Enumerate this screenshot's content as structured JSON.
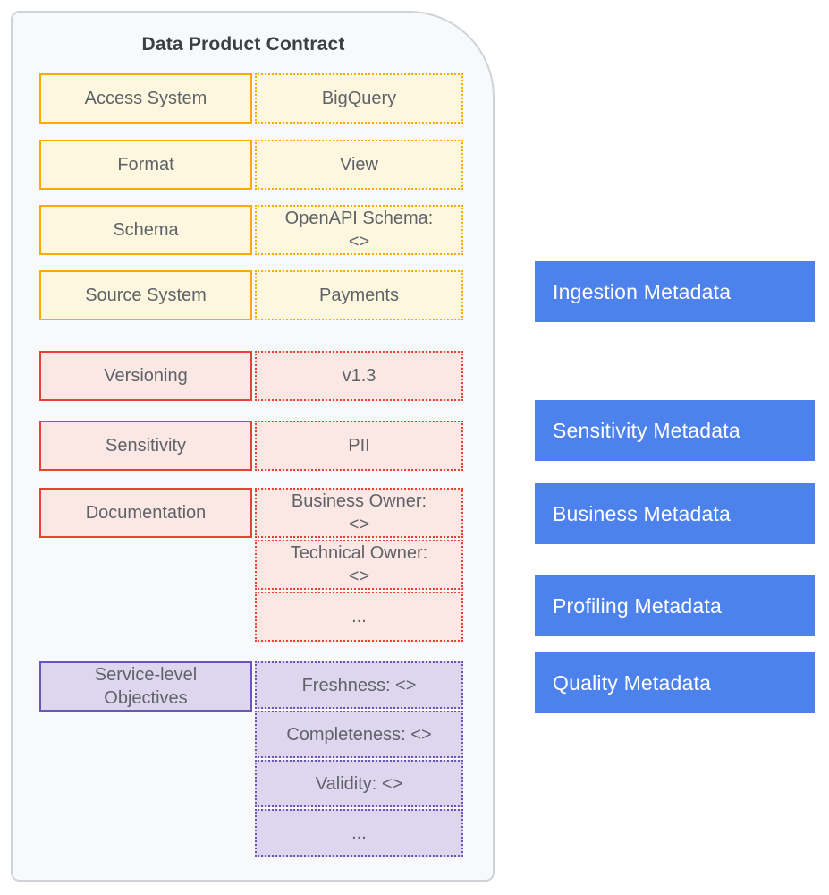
{
  "contract": {
    "title": "Data Product Contract",
    "yellow_rows": [
      {
        "label": "Access System",
        "value": "BigQuery"
      },
      {
        "label": "Format",
        "value": "View"
      },
      {
        "label": "Schema",
        "value": "OpenAPI Schema:\n<>"
      },
      {
        "label": "Source System",
        "value": "Payments"
      }
    ],
    "red_rows": [
      {
        "label": "Versioning",
        "value": "v1.3"
      },
      {
        "label": "Sensitivity",
        "value": "PII"
      }
    ],
    "documentation": {
      "label": "Documentation",
      "values": [
        "Business Owner:\n<>",
        "Technical Owner:\n<>",
        "..."
      ]
    },
    "slo": {
      "label": "Service-level\nObjectives",
      "values": [
        "Freshness: <>",
        "Completeness: <>",
        "Validity: <>",
        "..."
      ]
    }
  },
  "legend": {
    "items": [
      "Ingestion Metadata",
      "Sensitivity Metadata",
      "Business Metadata",
      "Profiling Metadata",
      "Quality Metadata"
    ]
  },
  "colors": {
    "panel_bg": "#F8F9FA",
    "panel_border": "#CFD3D8",
    "title": "#3C4043",
    "text": "#5F6368",
    "yellow_border": "#F9AB00",
    "yellow_fill": "#FEF7E0",
    "red_border": "#E94235",
    "red_fill": "#FBE7E4",
    "purple_border": "#6C55B8",
    "purple_fill": "#DED6EE",
    "blue": "#4D82EC"
  }
}
